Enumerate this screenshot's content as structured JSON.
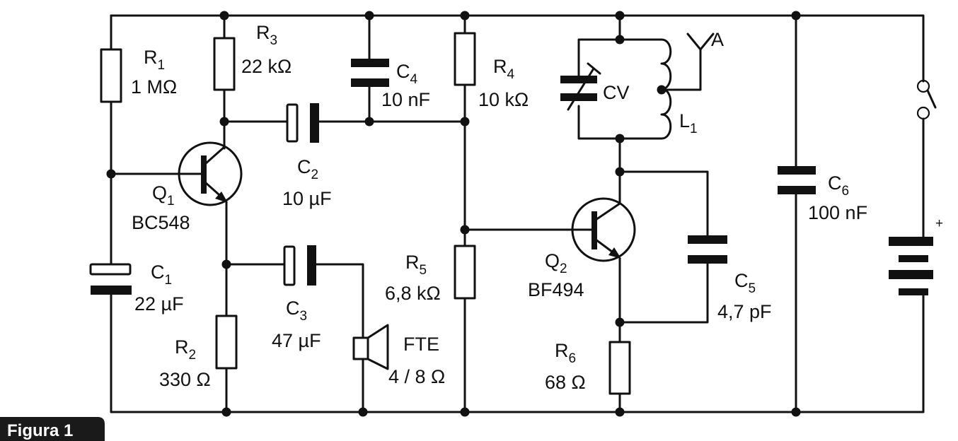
{
  "figure_label": "Figura 1",
  "components": {
    "R1": {
      "ref": "R",
      "sub": "1",
      "value": "1 MΩ"
    },
    "R2": {
      "ref": "R",
      "sub": "2",
      "value": "330 Ω"
    },
    "R3": {
      "ref": "R",
      "sub": "3",
      "value": "22 kΩ"
    },
    "R4": {
      "ref": "R",
      "sub": "4",
      "value": "10 kΩ"
    },
    "R5": {
      "ref": "R",
      "sub": "5",
      "value": "6,8 kΩ"
    },
    "R6": {
      "ref": "R",
      "sub": "6",
      "value": "68 Ω"
    },
    "C1": {
      "ref": "C",
      "sub": "1",
      "value": "22 µF"
    },
    "C2": {
      "ref": "C",
      "sub": "2",
      "value": "10 µF"
    },
    "C3": {
      "ref": "C",
      "sub": "3",
      "value": "47 µF"
    },
    "C4": {
      "ref": "C",
      "sub": "4",
      "value": "10 nF"
    },
    "C5": {
      "ref": "C",
      "sub": "5",
      "value": "4,7 pF"
    },
    "C6": {
      "ref": "C",
      "sub": "6",
      "value": "100 nF"
    },
    "Q1": {
      "ref": "Q",
      "sub": "1",
      "value": "BC548"
    },
    "Q2": {
      "ref": "Q",
      "sub": "2",
      "value": "BF494"
    },
    "CV": {
      "ref": "CV"
    },
    "L1": {
      "ref": "L",
      "sub": "1"
    },
    "FTE": {
      "ref": "FTE",
      "value": "4 / 8 Ω"
    },
    "antenna": {
      "ref": "A"
    },
    "battery": {
      "polarity": "+"
    }
  }
}
